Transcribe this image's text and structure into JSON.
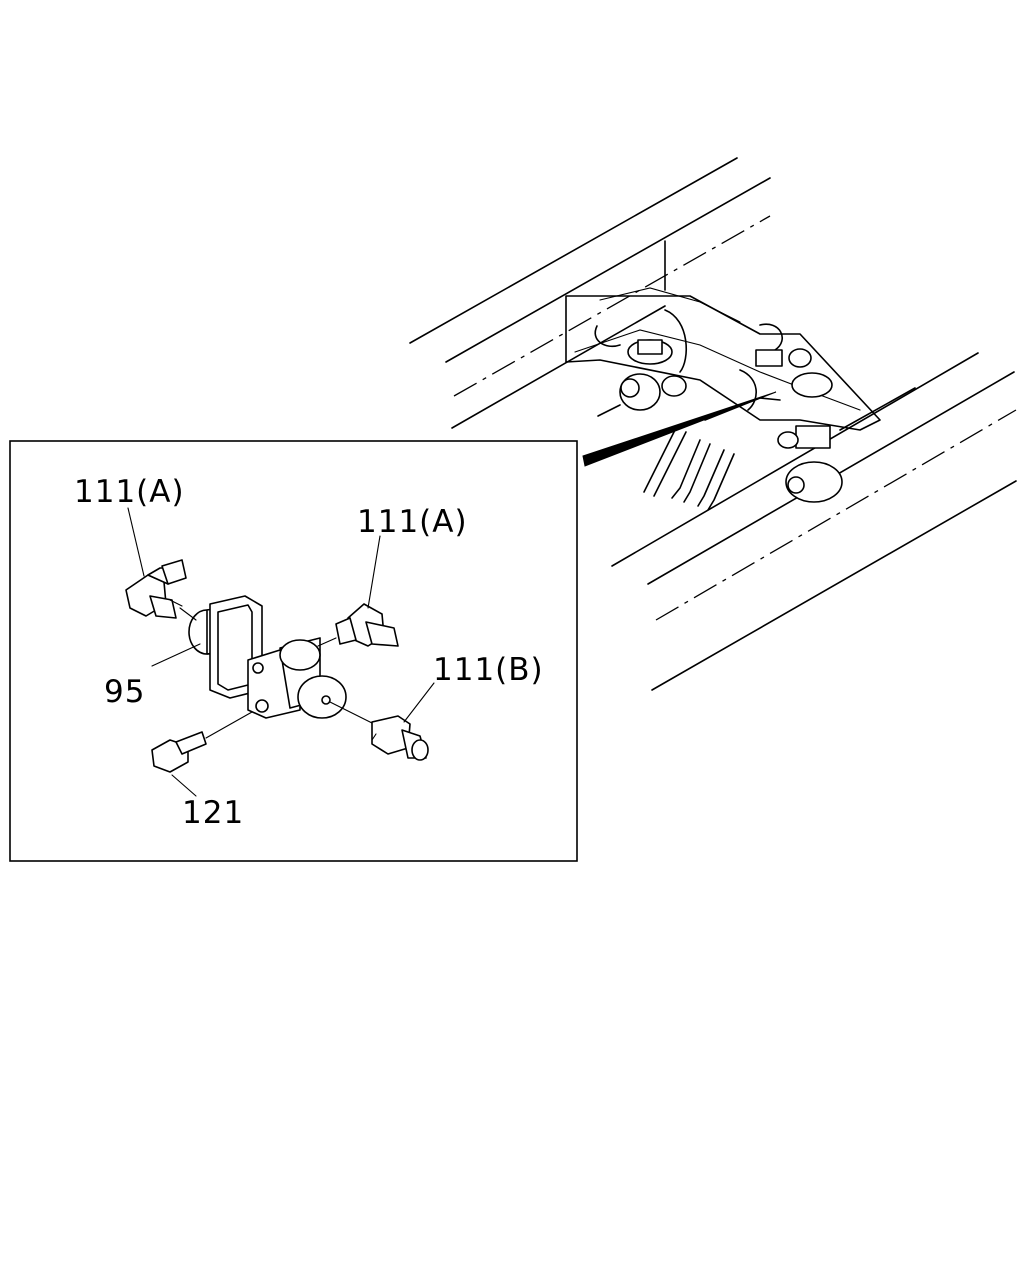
{
  "callouts": {
    "part_111a_left": "111(A)",
    "part_111a_right": "111(A)",
    "part_111b": "111(B)",
    "part_95": "95",
    "part_121": "121"
  },
  "colors": {
    "line": "#000000",
    "background": "#ffffff"
  },
  "icons": {
    "detail_box": "inset-detail-frame",
    "chassis": "chassis-frame-rails",
    "valve": "solenoid-valve",
    "fitting": "hose-fitting",
    "bolt": "flange-bolt"
  }
}
